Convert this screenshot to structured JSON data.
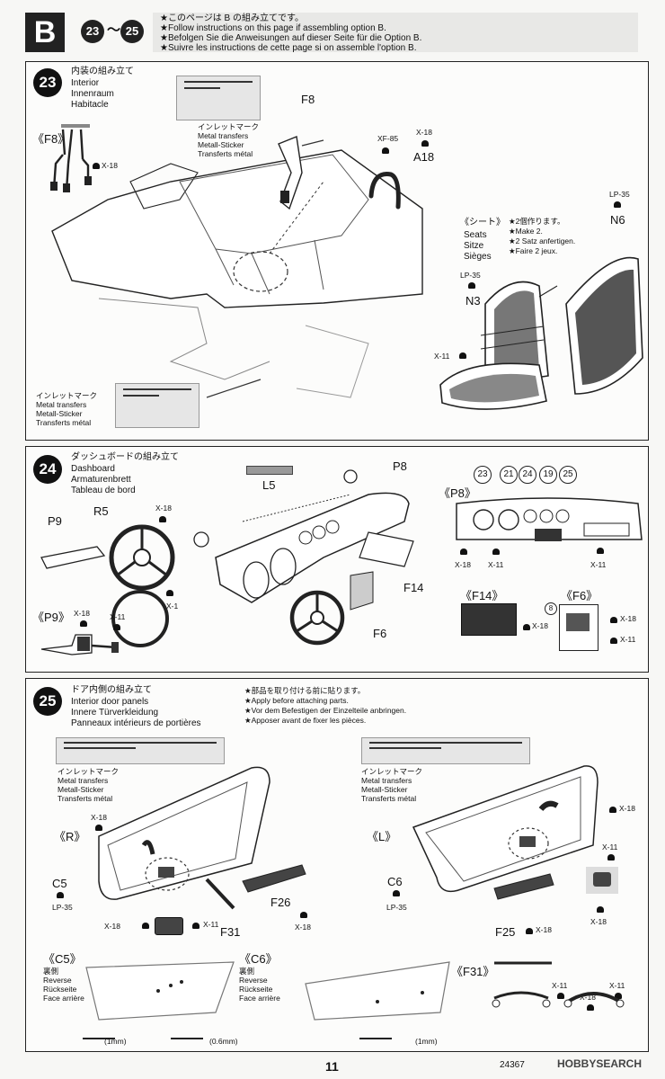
{
  "header": {
    "option_letter": "B",
    "range_start": "23",
    "range_sep": "～",
    "range_end": "25",
    "notes": [
      "★このページは B の組み立てです。",
      "★Follow instructions on this page if assembling option B.",
      "★Befolgen Sie die Anweisungen auf dieser Seite für die Option B.",
      "★Suivre les instructions de cette page si on assemble l'option B."
    ]
  },
  "step23": {
    "number": "23",
    "title_jp": "内装の組み立て",
    "title_en": "Interior",
    "title_de": "Innenraum",
    "title_fr": "Habitacle",
    "f8_label": "《F8》",
    "x18": "X-18",
    "f8_part": "F8",
    "xf85": "XF-85",
    "x18b": "X-18",
    "a18": "A18",
    "inlet_jp": "インレットマーク",
    "inlet_en": "Metal transfers",
    "inlet_de": "Metall-Sticker",
    "inlet_fr": "Transferts métal",
    "seat_jp": "《シート》",
    "seat_en": "Seats",
    "seat_de": "Sitze",
    "seat_fr": "Sièges",
    "make2_jp": "★2個作ります。",
    "make2_en": "★Make 2.",
    "make2_de": "★2 Satz anfertigen.",
    "make2_fr": "★Faire 2 jeux.",
    "lp35_a": "LP-35",
    "n6": "N6",
    "lp35_b": "LP-35",
    "n3": "N3",
    "x11": "X-11",
    "inlet2_jp": "インレットマーク",
    "inlet2_en": "Metal transfers",
    "inlet2_de": "Metall-Sticker",
    "inlet2_fr": "Transferts métal"
  },
  "step24": {
    "number": "24",
    "title_jp": "ダッシュボードの組み立て",
    "title_en": "Dashboard",
    "title_de": "Armaturenbrett",
    "title_fr": "Tableau de bord",
    "l5": "L5",
    "p8": "P8",
    "p9": "P9",
    "r5": "R5",
    "x18": "X-18",
    "x1": "X-1",
    "f14": "F14",
    "f6": "F6",
    "p9_label": "《P9》",
    "p9_x18": "X-18",
    "p9_x11": "X-11",
    "p8_label": "《P8》",
    "gauges": [
      "23",
      "21",
      "24",
      "19",
      "25"
    ],
    "p8_x18": "X-18",
    "p8_x11": "X-11",
    "p8_x11b": "X-11",
    "f14_label": "《F14》",
    "f14_ref": "8",
    "f14_x18": "X-18",
    "f6_label": "《F6》",
    "f6_x18": "X-18",
    "f6_x11": "X-11"
  },
  "step25": {
    "number": "25",
    "title_jp": "ドア内側の組み立て",
    "title_en": "Interior door panels",
    "title_de": "Innere Türverkleidung",
    "title_fr": "Panneaux intérieurs de portières",
    "note_jp": "★部品を取り付ける前に貼ります。",
    "note_en": "★Apply before attaching parts.",
    "note_de": "★Vor dem Befestigen der Einzelteile anbringen.",
    "note_fr": "★Apposer avant de fixer les pièces.",
    "inlet_jp": "インレットマーク",
    "inlet_en": "Metal transfers",
    "inlet_de": "Metall-Sticker",
    "inlet_fr": "Transferts métal",
    "r_label": "《R》",
    "l_label": "《L》",
    "x18_a": "X-18",
    "c5": "C5",
    "lp35_a": "LP-35",
    "f26": "F26",
    "f26_x18": "X-18",
    "f31": "F31",
    "x18_b": "X-18",
    "x11_a": "X-11",
    "inlet2_jp": "インレットマーク",
    "inlet2_en": "Metal transfers",
    "inlet2_de": "Metall-Sticker",
    "inlet2_fr": "Transferts métal",
    "x18_c": "X-18",
    "x11_b": "X-11",
    "c6": "C6",
    "lp35_b": "LP-35",
    "x18_d": "X-18",
    "f25": "F25",
    "f25_x18": "X-18",
    "c5_label": "《C5》",
    "c5_jp": "裏側",
    "c5_en": "Reverse",
    "c5_de": "Rückseite",
    "c5_fr": "Face arrière",
    "c6_label": "《C6》",
    "c6_jp": "裏側",
    "c6_en": "Reverse",
    "c6_de": "Rückseite",
    "c6_fr": "Face arrière",
    "drill1": "(1mm)",
    "drill2": "(0.6mm)",
    "drill3": "(1mm)",
    "f31_label": "《F31》",
    "f31_x11a": "X-11",
    "f31_x18": "X-18",
    "f31_x11b": "X-11"
  },
  "footer": {
    "page": "11",
    "code": "24367",
    "watermark": "HOBBYSEARCH"
  }
}
